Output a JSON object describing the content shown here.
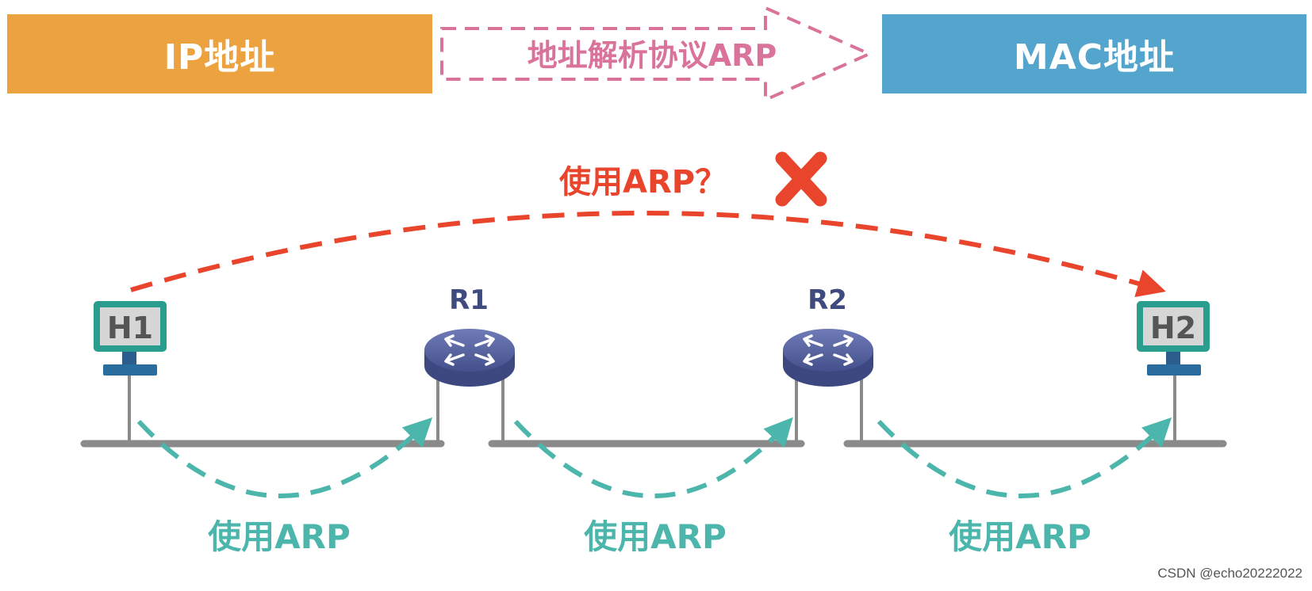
{
  "header": {
    "ip_label": "IP地址",
    "arp_label": "地址解析协议ARP",
    "mac_label": "MAC地址"
  },
  "diagram": {
    "nodes": {
      "h1": "H1",
      "h2": "H2",
      "r1": "R1",
      "r2": "R2"
    },
    "top_question": "使用ARP？",
    "segment_labels": [
      "使用ARP",
      "使用ARP",
      "使用ARP"
    ]
  },
  "watermark": "CSDN @echo20222022",
  "colors": {
    "ip_box": "#EDA240",
    "mac_box": "#53A5CE",
    "arp_arrow": "#D9739A",
    "red_arc": "#E9452C",
    "teal_arc": "#4DB6AC",
    "router": "#4A5590",
    "host_screen": "#2A9D8F"
  }
}
